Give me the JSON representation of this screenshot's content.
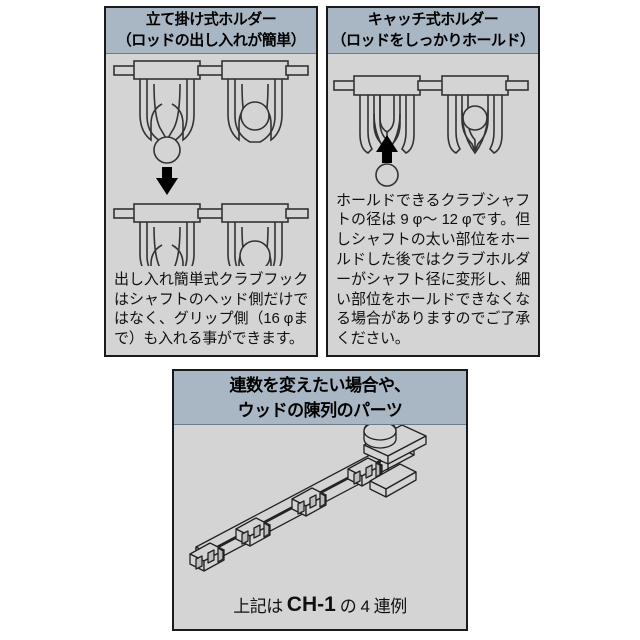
{
  "page": {
    "background": "#ffffff",
    "panel_fill": "#d4d4d4",
    "header_fill": "#a9b6c4",
    "border_color": "#1a1a1a",
    "line_color": "#333333"
  },
  "panels": [
    {
      "id": "standup-holder",
      "header_lines": [
        "立て掛け式ホルダー",
        "（ロッドの出し入れが簡単）"
      ],
      "figure_name": "stand-up-holder-diagram",
      "body": "出し入れ簡単式クラブフックはシャフトのヘッド側だけではなく、グリップ側（16 φまで）も入れる事ができます。"
    },
    {
      "id": "catch-holder",
      "header_lines": [
        "キャッチ式ホルダー",
        "（ロッドをしっかりホールド）"
      ],
      "figure_name": "catch-holder-diagram",
      "body": "ホールドできるクラブシャフトの径は 9 φ〜 12 φです。但しシャフトの太い部位をホールドした後ではクラブホルダーがシャフト径に変形し、細い部位をホールドできなくなる場合がありますのでご了承ください。"
    },
    {
      "id": "rail-parts",
      "header_lines": [
        "連数を変えたい場合や、",
        "ウッドの陳列のパーツ"
      ],
      "figure_name": "rail-assembly-diagram",
      "caption": {
        "prefix": "上記は",
        "model": "CH-1",
        "suffix": "の 4 連例"
      }
    }
  ]
}
